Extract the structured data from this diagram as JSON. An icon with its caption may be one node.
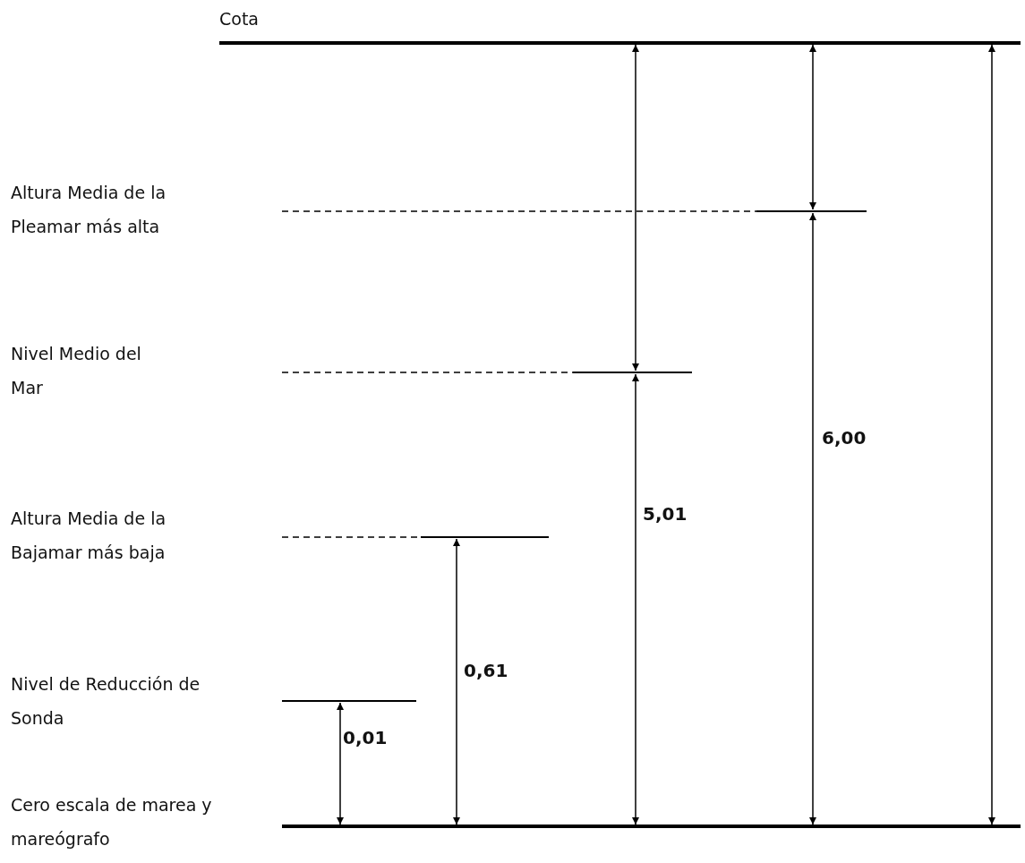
{
  "diagram": {
    "labels": [
      "Cota",
      "Altura Media de la Pleamar más alta",
      "Nivel Medio del Mar",
      "6,00",
      "Altura Media de la Bajamar más baja",
      "5,01",
      "Nivel de Reducción de Sonda",
      "0,61",
      "0,01",
      "Cero escala de marea y mareógrafo"
    ]
  }
}
